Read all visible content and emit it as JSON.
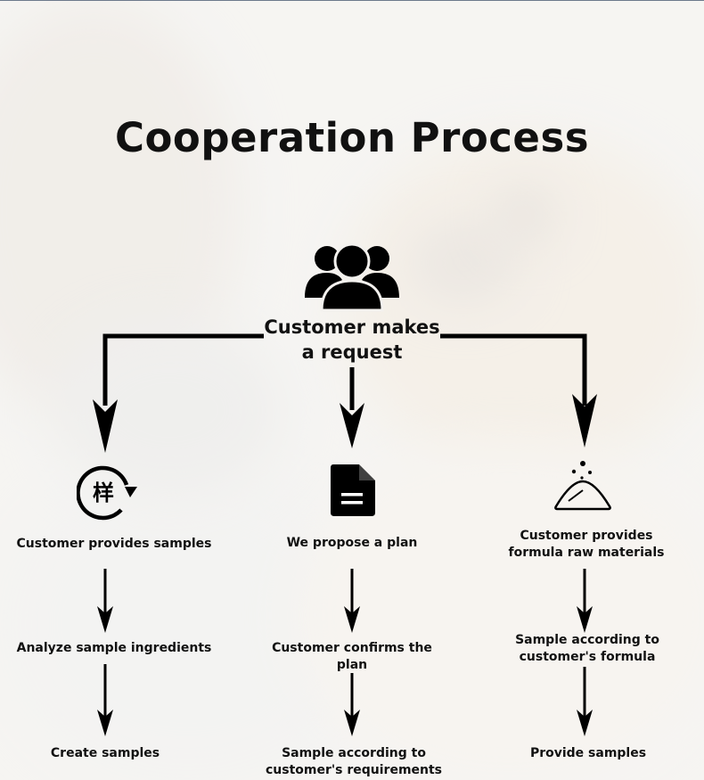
{
  "title": "Cooperation Process",
  "root": {
    "label_line1": "Customer makes",
    "label_line2": "a request",
    "icon": "group-icon"
  },
  "branches": [
    {
      "icon": "sample-character-icon",
      "icon_glyph": "样",
      "steps": [
        "Customer provides samples",
        "Analyze sample ingredients",
        "Create samples"
      ]
    },
    {
      "icon": "document-icon",
      "steps": [
        "We propose a plan",
        "Customer confirms the plan",
        "Sample according to customer's requirements"
      ]
    },
    {
      "icon": "powder-pile-icon",
      "steps": [
        "Customer provides formula raw materials",
        "Sample according to customer's formula",
        "Provide samples"
      ]
    }
  ]
}
